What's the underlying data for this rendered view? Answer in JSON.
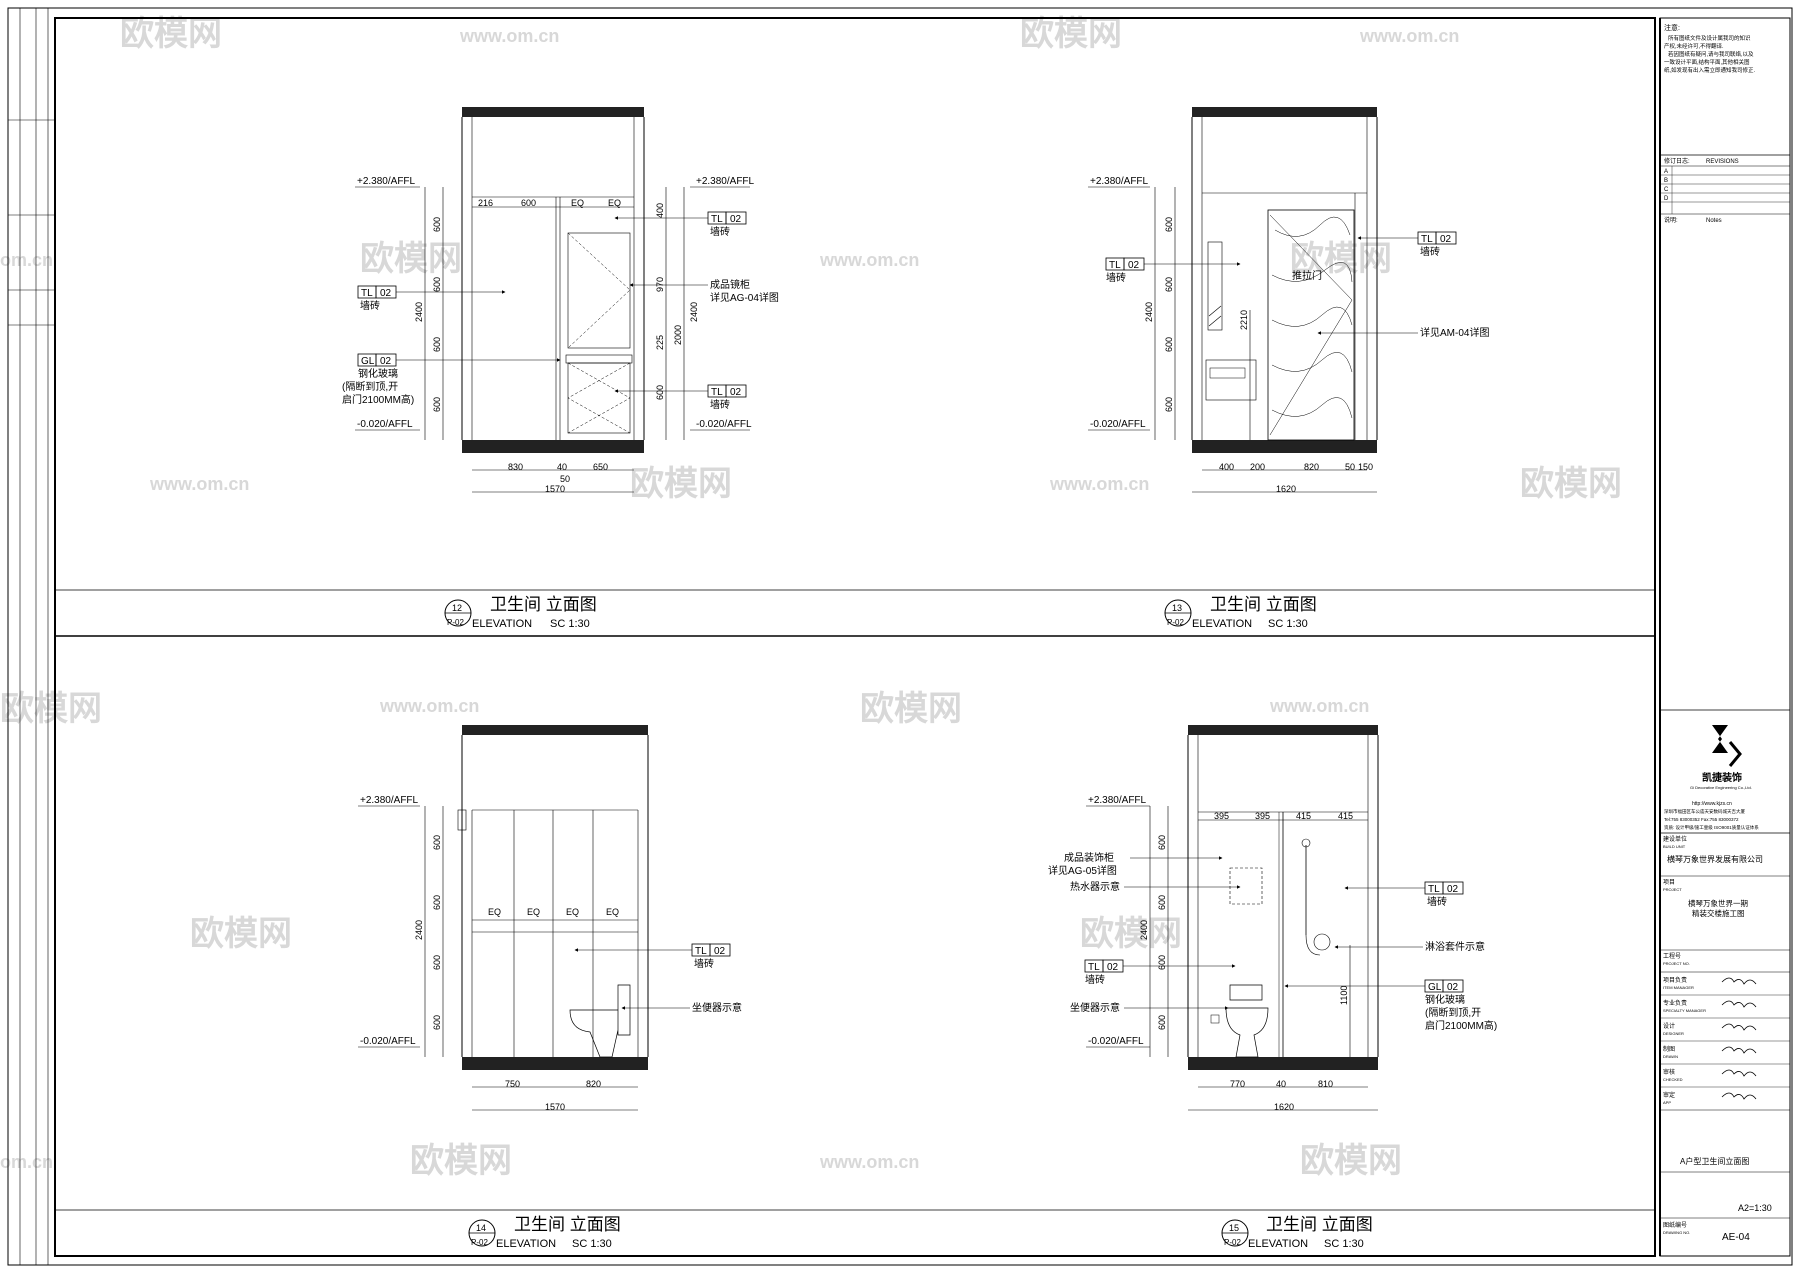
{
  "watermark": {
    "brand": "欧模网",
    "url": "www.om.cn",
    "url_partial": "om.cn"
  },
  "levels": {
    "top": "+2.380/AFFL",
    "bottom": "-0.020/AFFL"
  },
  "titleblock": {
    "notes_head": "注意:",
    "notes_lines": [
      "所有图纸文件及设计属我司的知识",
      "产权,未经许可,不得翻译.",
      "若因图纸有疑问,请与我司联络,以及",
      "一致设计平面,结构平面,其他相关图",
      "纸,如发现有出入需立即通知我司修正."
    ],
    "revision_label": "修订日志:",
    "revisions_en": "REVISIONS",
    "rev_rows": [
      "A",
      "B",
      "C",
      "D"
    ],
    "remark_label": "说明:",
    "notes_en": "Notes",
    "company": "凯捷装饰",
    "company_en": "Gi Decorative Engineering Co.,Ltd.",
    "company_web": "http://www.kjzs.cn",
    "company_addr": "深圳市福田区车公庙天安数码城天吉大厦",
    "company_tel": "Tel:755 83000352   Fax:755 83000372",
    "company_cert": "资质: 设计甲级/施工壹级 ISO9001质量认证体系",
    "build_unit_label": "建设单位",
    "build_unit_en": "BUILD UNIT",
    "build_unit_value": "横琴万象世界发展有限公司",
    "project_label": "项目",
    "project_en": "PROJECT",
    "project_value_1": "横琴万象世界一期",
    "project_value_2": "精装交楼施工图",
    "project_no_label": "工程号",
    "project_no_en": "PROJECT NO.",
    "staff": [
      {
        "cn": "项目负责",
        "en": "ITEM MANAGER"
      },
      {
        "cn": "专业负责",
        "en": "SPECIALTY MANAGER"
      },
      {
        "cn": "设计",
        "en": "DESIGNER"
      },
      {
        "cn": "制图",
        "en": "DRAWN"
      },
      {
        "cn": "审核",
        "en": "CHECKED"
      },
      {
        "cn": "审定",
        "en": "APP"
      }
    ],
    "drawing_title": "A户型卫生间立面图",
    "scale": "A2=1:30",
    "drawing_no_label": "图纸编号",
    "drawing_no_en": "DRAWING NO.",
    "drawing_no": "AE-04"
  },
  "elevations": [
    {
      "num": "12",
      "ref": "P-02",
      "title_cn": "卫生间  立面图",
      "title_en": "ELEVATION",
      "scale": "SC 1:30",
      "top_dims": [
        "216",
        "600",
        "EQ",
        "EQ"
      ],
      "left_dims": [
        "600",
        "600",
        "2400",
        "600",
        "600"
      ],
      "right_dims": [
        "400",
        "970",
        "2400",
        "225",
        "2000",
        "600"
      ],
      "bottom_dims": [
        "830",
        "40",
        "650",
        "50"
      ],
      "total": "1570",
      "labels": [
        {
          "code": "TL",
          "num": "02",
          "text": "墙砖"
        },
        {
          "code": "GL",
          "num": "02",
          "text": "钢化玻璃"
        }
      ],
      "glass_note": [
        "(隔断到顶,开",
        "启门2100MM高)"
      ],
      "right_labels": [
        {
          "code": "TL",
          "num": "02",
          "text": "墙砖"
        },
        {
          "code": "TL",
          "num": "02",
          "text": "墙砖"
        }
      ],
      "cabinet_note": [
        "成品镜柜",
        "详见AG-04详图"
      ]
    },
    {
      "num": "13",
      "ref": "P-02",
      "title_cn": "卫生间  立面图",
      "title_en": "ELEVATION",
      "scale": "SC 1:30",
      "left_dims": [
        "600",
        "600",
        "2400",
        "600",
        "600"
      ],
      "door_dim": "2210",
      "bottom_dims": [
        "400",
        "200",
        "820",
        "50",
        "150"
      ],
      "total": "1620",
      "left_label": {
        "code": "TL",
        "num": "02",
        "text": "墙砖"
      },
      "right_label": {
        "code": "TL",
        "num": "02",
        "text": "墙砖"
      },
      "door_note": "详见AM-04详图",
      "door_text": "推拉门"
    },
    {
      "num": "14",
      "ref": "P-02",
      "title_cn": "卫生间  立面图",
      "title_en": "ELEVATION",
      "scale": "SC 1:30",
      "left_dims": [
        "600",
        "600",
        "2400",
        "600",
        "600"
      ],
      "eq": [
        "EQ",
        "EQ",
        "EQ",
        "EQ"
      ],
      "bottom_dims": [
        "750",
        "820"
      ],
      "total": "1570",
      "label": {
        "code": "TL",
        "num": "02",
        "text": "墙砖"
      },
      "toilet_note": "坐便器示意"
    },
    {
      "num": "15",
      "ref": "P-02",
      "title_cn": "卫生间  立面图",
      "title_en": "ELEVATION",
      "scale": "SC 1:30",
      "top_dims": [
        "395",
        "395",
        "415",
        "415"
      ],
      "left_dims": [
        "600",
        "600",
        "2400",
        "600",
        "600"
      ],
      "right_dim": "1100",
      "bottom_dims": [
        "770",
        "40",
        "810"
      ],
      "total": "1620",
      "cabinet_note": [
        "成品装饰柜",
        "详见AG-05详图"
      ],
      "heater_note": "热水器示意",
      "left_label": {
        "code": "TL",
        "num": "02",
        "text": "墙砖"
      },
      "toilet_note": "坐便器示意",
      "right_label": {
        "code": "TL",
        "num": "02",
        "text": "墙砖"
      },
      "shower_note": "淋浴套件示意",
      "glass_label": {
        "code": "GL",
        "num": "02",
        "text": "钢化玻璃"
      },
      "glass_note": [
        "(隔断到顶,开",
        "启门2100MM高)"
      ]
    }
  ]
}
